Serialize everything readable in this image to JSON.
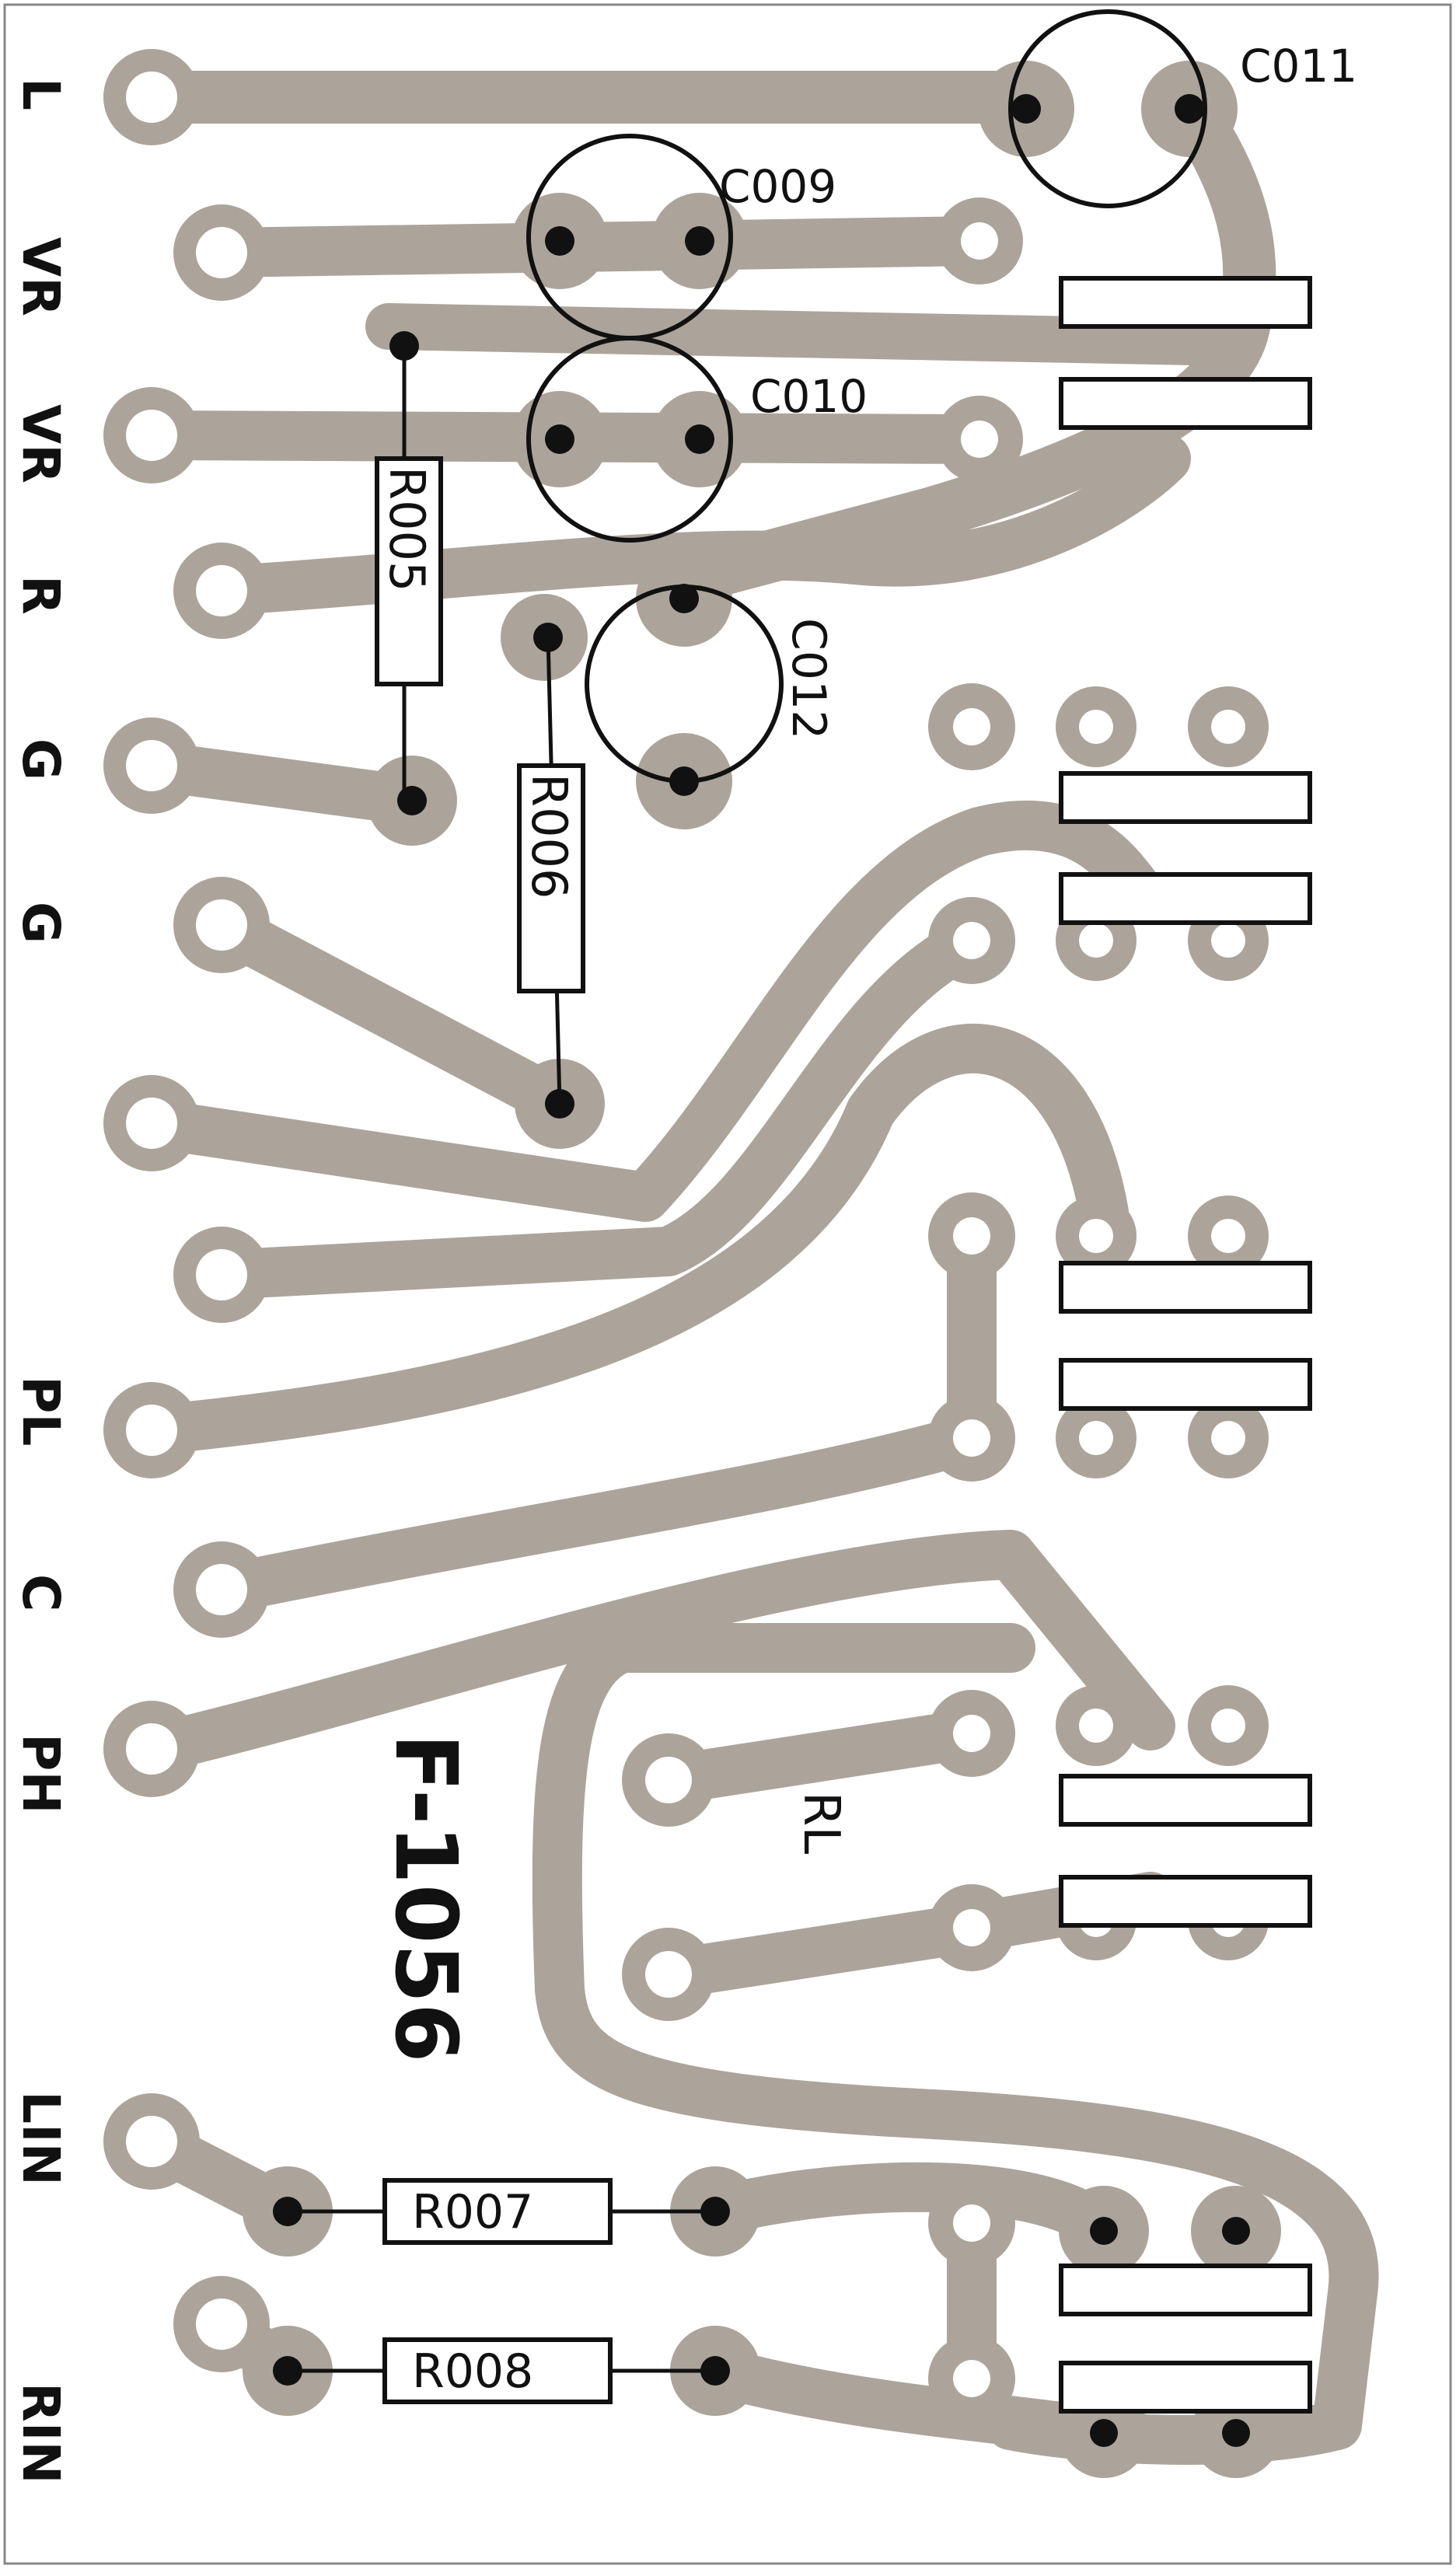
{
  "board": {
    "part_number": "F-1056",
    "background_color": "#ffffff",
    "copper_color": "#aca39a",
    "ink_color": "#111111"
  },
  "edge_labels": [
    "L",
    "VR",
    "VR",
    "R",
    "G",
    "G",
    "PL",
    "C",
    "PH",
    "LIN",
    "RIN"
  ],
  "capacitors": [
    "C011",
    "C009",
    "C010",
    "C012"
  ],
  "resistors": [
    "R005",
    "R006",
    "R007",
    "R008"
  ],
  "load_label": "RL"
}
